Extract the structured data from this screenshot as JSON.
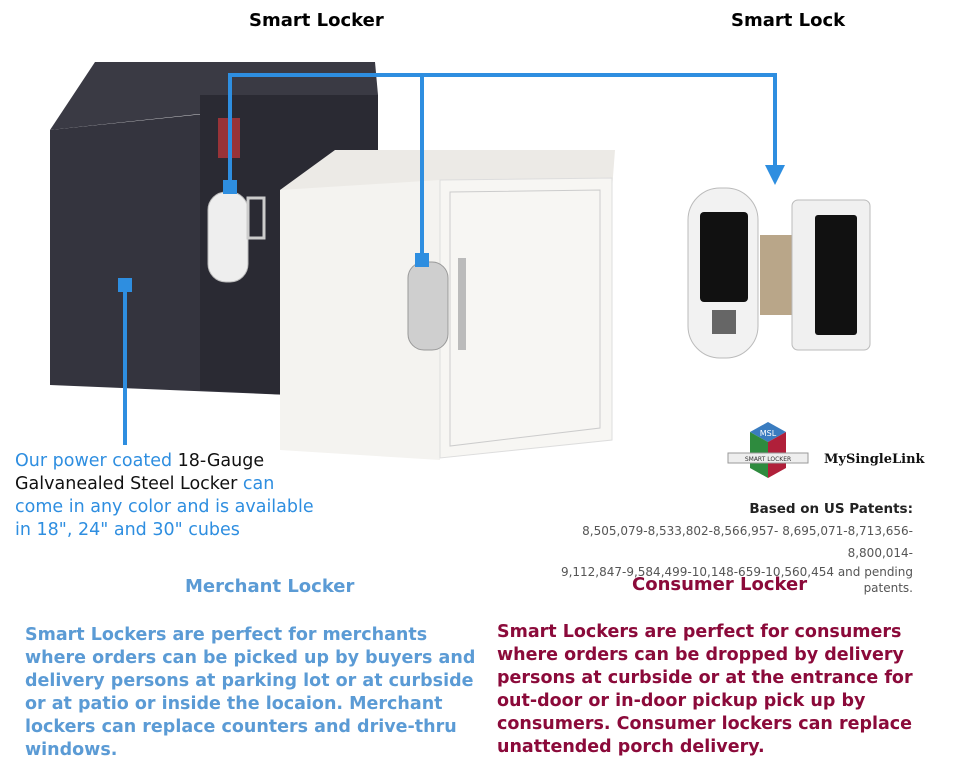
{
  "headers": {
    "smart_locker": "Smart Locker",
    "smart_lock": "Smart Lock"
  },
  "locker_description": {
    "part1": "Our power coated ",
    "part2": "18-Gauge Galvanealed Steel Locker",
    "part3": " can come in any color and is available in 18\", 24\" and 30\" cubes"
  },
  "logo": {
    "badge_text": "MSL",
    "band_text": "SMART LOCKER",
    "brand_name": "MySingleLink"
  },
  "patents": {
    "heading": "Based on US Patents:",
    "line1": "8,505,079-8,533,802-8,566,957- 8,695,071-8,713,656-8,800,014-",
    "line2": "9,112,847-9,584,499-10,148-659-10,560,454 and pending patents."
  },
  "merchant": {
    "title": "Merchant Locker",
    "text": "Smart Lockers are perfect for merchants where orders can be picked up by buyers and delivery persons at parking lot or at curbside or at patio or inside the locaion. Merchant lockers can replace counters and drive-thru windows.",
    "color": "#5b9bd5"
  },
  "consumer": {
    "title": "Consumer Locker",
    "text": "Smart Lockers are perfect for consumers where orders can be dropped by delivery persons  at curbside or at the entrance for out-door or in-door pickup pick up by consumers.   Consumer lockers can replace unattended porch delivery.",
    "color": "#8b0a3a"
  },
  "connector_color": "#2e8ee0"
}
